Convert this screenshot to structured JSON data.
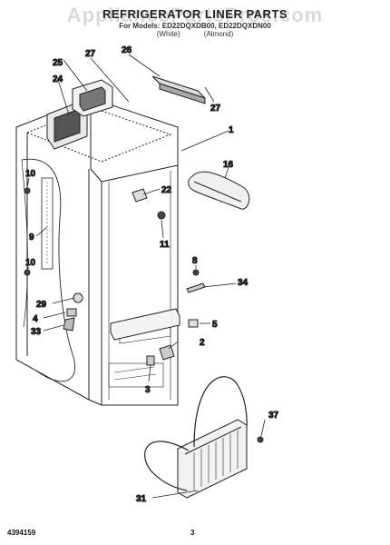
{
  "header": {
    "watermark": "AppliancePartsPros.com",
    "title": "REFRIGERATOR LINER PARTS",
    "models_line": "For Models: ED22DQXDB00, ED22DQXDN00",
    "variant_white": "(White)",
    "variant_almond": "(Almond)"
  },
  "callouts": {
    "c1": "1",
    "c2": "2",
    "c3": "3",
    "c4": "4",
    "c5": "5",
    "c8": "8",
    "c9": "9",
    "c10a": "10",
    "c10b": "10",
    "c11": "11",
    "c16": "16",
    "c22": "22",
    "c24": "24",
    "c25": "25",
    "c26": "26",
    "c27a": "27",
    "c27b": "27",
    "c29": "29",
    "c31": "31",
    "c33": "33",
    "c34": "34",
    "c37": "37"
  },
  "footer": {
    "doc_number": "4394159",
    "page_number": "3"
  }
}
